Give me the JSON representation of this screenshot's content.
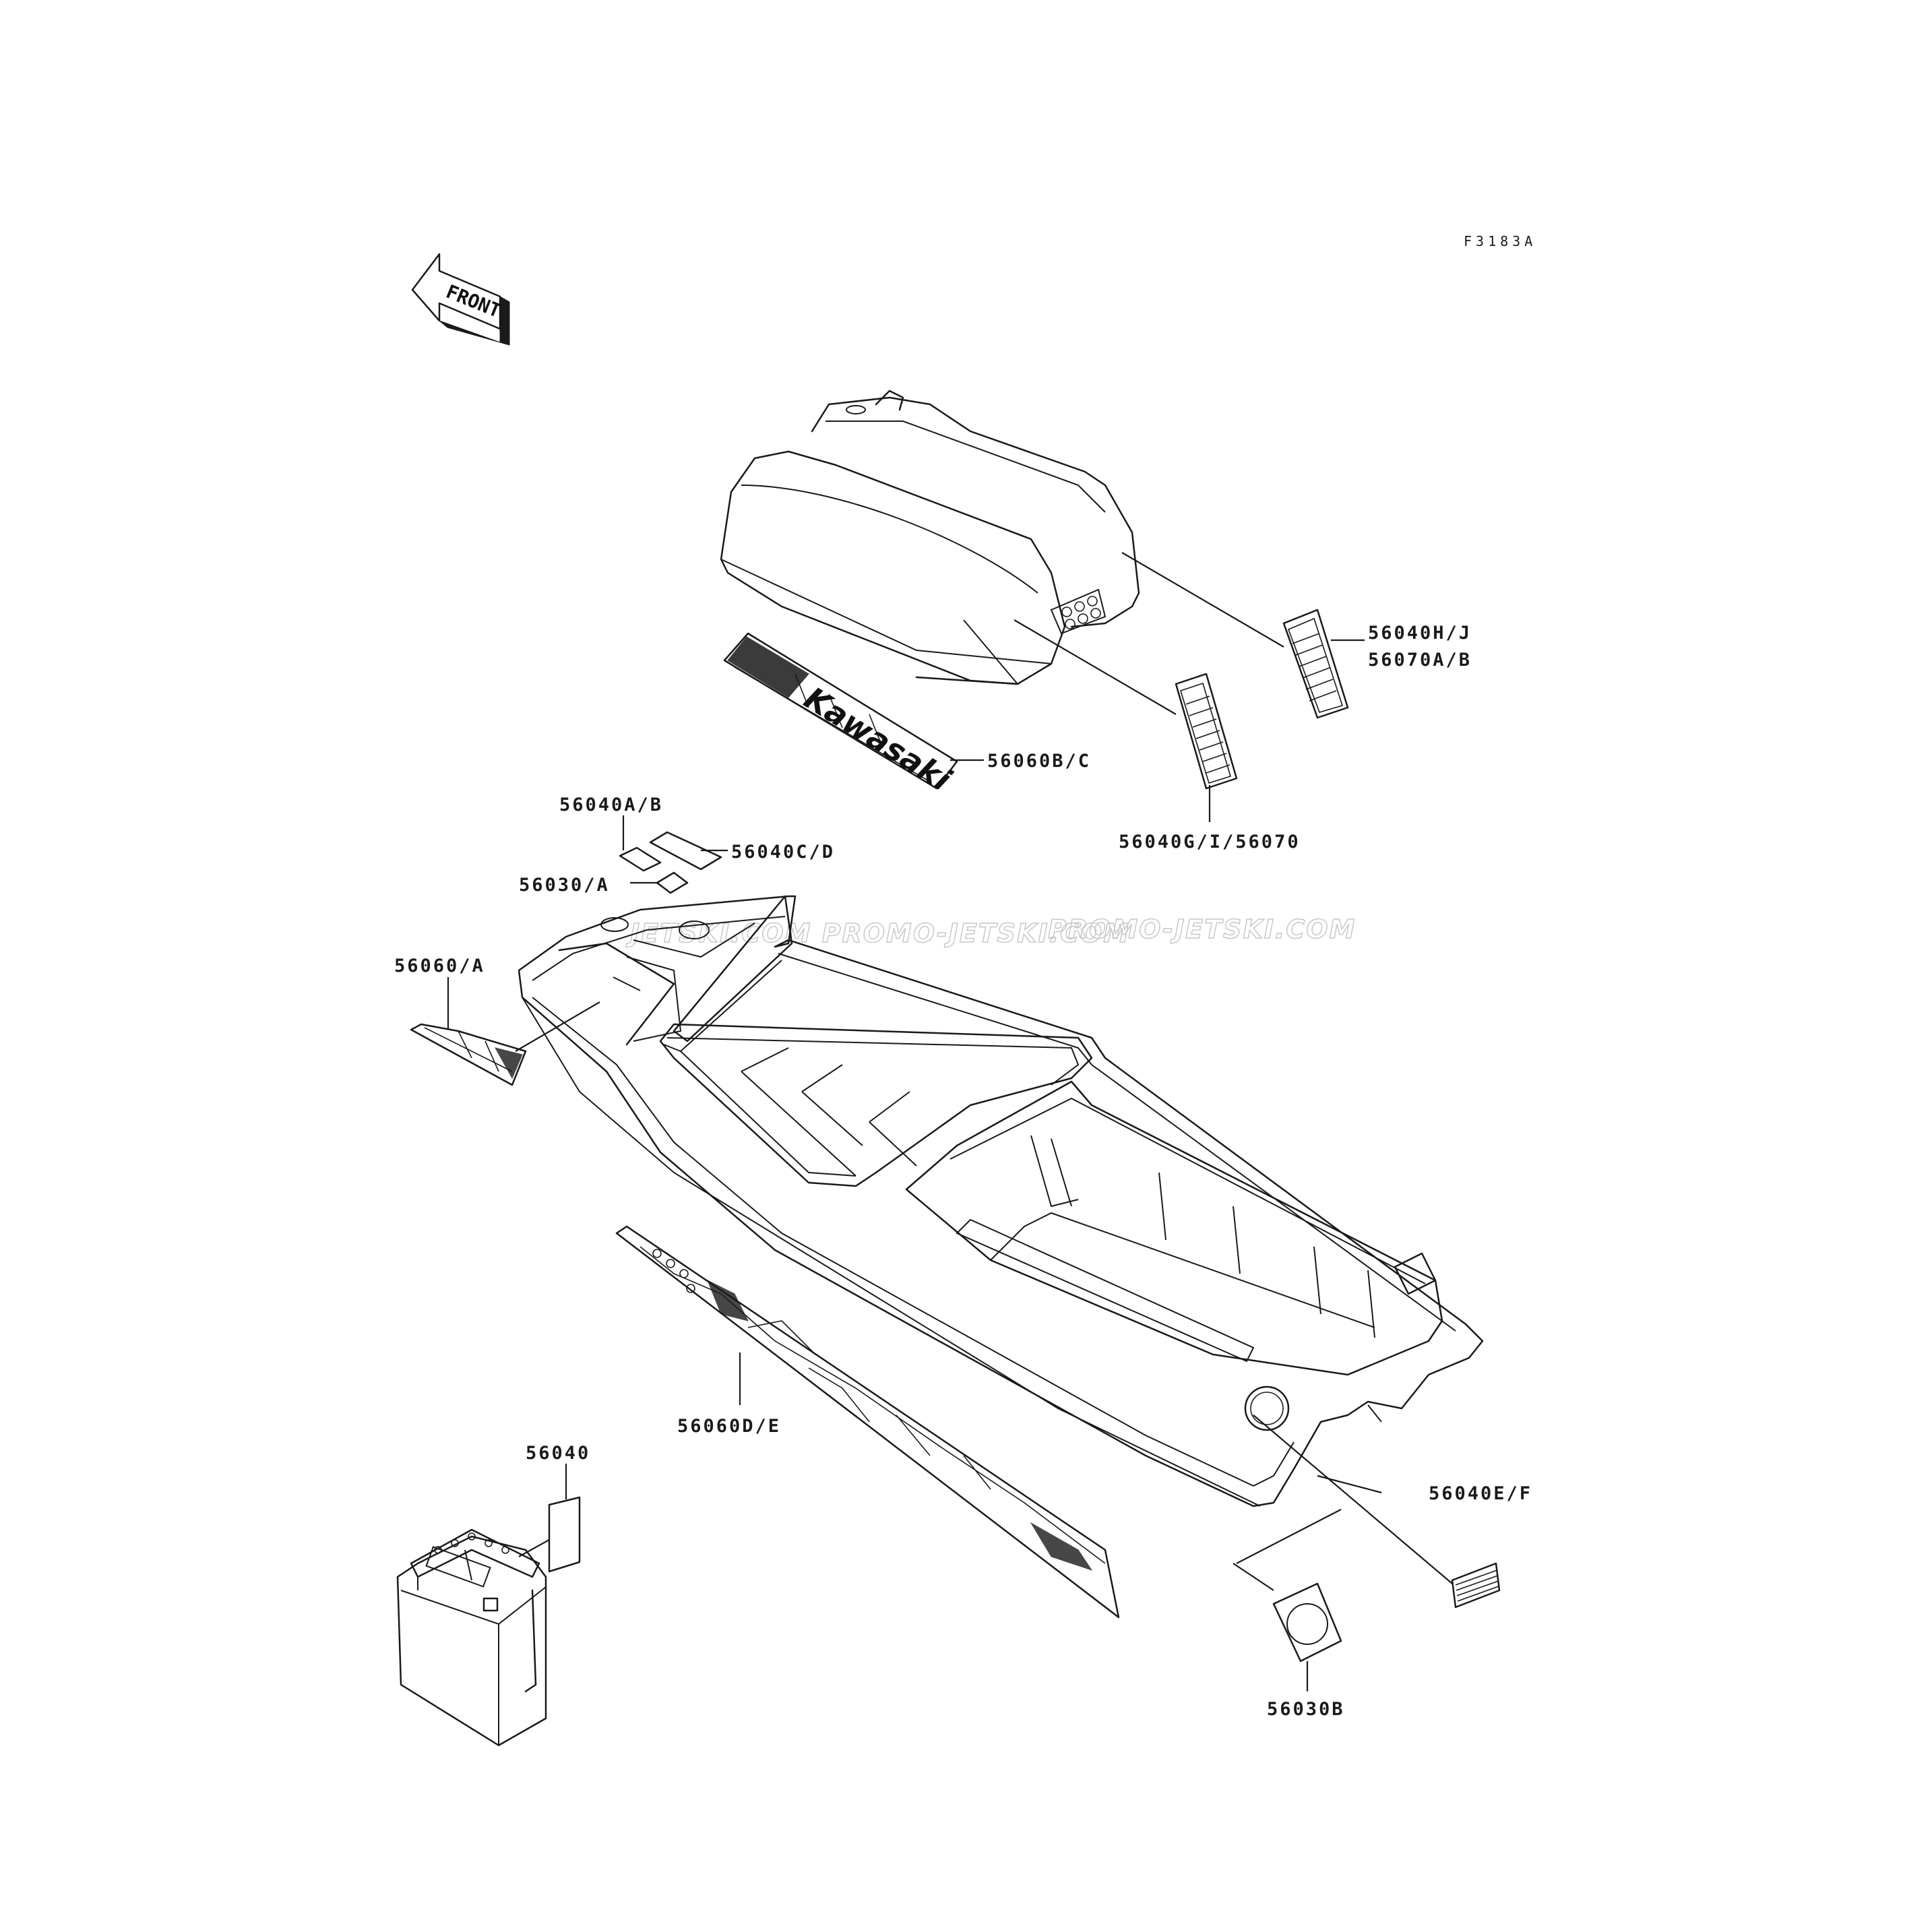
{
  "figure_code": "F3183A",
  "front_label": "FRONT",
  "brand_logo": "Kawasaki",
  "watermark": {
    "line1": "JETSKI.COM PROMO-JETSKI.COM",
    "line2": "PROMO-JETSKI.COM"
  },
  "labels": {
    "p56040HJ": "56040H/J",
    "p56070AB": "56070A/B",
    "p56060BC": "56060B/C",
    "p56040GI": "56040G/I/56070",
    "p56040AB": "56040A/B",
    "p56040CD": "56040C/D",
    "p56030A": "56030/A",
    "p56060A": "56060/A",
    "p56060DE": "56060D/E",
    "p56040": "56040",
    "p56040EF": "56040E/F",
    "p56030B": "56030B"
  }
}
